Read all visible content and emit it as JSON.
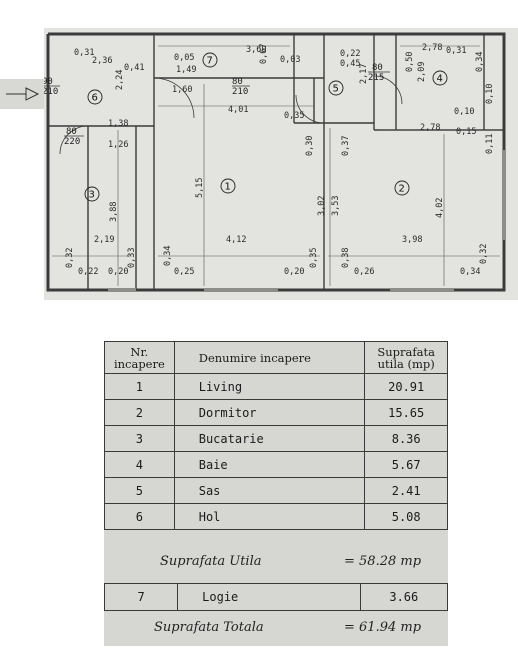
{
  "plan": {
    "rooms": [
      {
        "number": "1"
      },
      {
        "number": "2"
      },
      {
        "number": "3"
      },
      {
        "number": "4"
      },
      {
        "number": "5"
      },
      {
        "number": "6"
      },
      {
        "number": "7"
      }
    ],
    "doors": [
      {
        "width": "90",
        "height": "210"
      },
      {
        "width": "80",
        "height": "210"
      },
      {
        "width": "80",
        "height": "215"
      },
      {
        "width": "80",
        "height": "220"
      }
    ],
    "dims": {
      "d_0_31": "0,31",
      "d_2_36": "2,36",
      "d_0_41": "0,41",
      "d_2_24": "2,24",
      "d_0_05": "0,05",
      "d_1_49": "1,49",
      "d_3_60": "3,60",
      "d_0_67": "0,67",
      "d_0_03": "0,03",
      "d_0_22": "0,22",
      "d_0_45": "0,45",
      "d_2_17": "2,17",
      "d_2_78a": "2,78",
      "d_0_31b": "0,31",
      "d_0_50": "0,50",
      "d_2_09": "2,09",
      "d_0_34a": "0,34",
      "d_1_60": "1,60",
      "d_4_01": "4,01",
      "d_0_35a": "0,35",
      "d_0_10a": "0,10",
      "d_0_10b": "0,10",
      "d_2_78b": "2,78",
      "d_0_15": "0,15",
      "d_0_11": "0,11",
      "d_1_38": "1,38",
      "d_1_26": "1,26",
      "d_0_30": "0,30",
      "d_0_37": "0,37",
      "d_5_15": "5,15",
      "d_3_88": "3,88",
      "d_3_02": "3,02",
      "d_3_53": "3,53",
      "d_4_02": "4,02",
      "d_2_19": "2,19",
      "d_4_12": "4,12",
      "d_3_98": "3,98",
      "d_0_32a": "0,32",
      "d_0_33": "0,33",
      "d_0_34b": "0,34",
      "d_0_35b": "0,35",
      "d_0_38": "0,38",
      "d_0_32b": "0,32",
      "d_0_22b": "0,22",
      "d_0_20a": "0,20",
      "d_0_25": "0,25",
      "d_0_20b": "0,20",
      "d_0_26": "0,26",
      "d_0_34c": "0,34"
    }
  },
  "table": {
    "headers": {
      "nr_line1": "Nr.",
      "nr_line2": "incapere",
      "name": "Denumire incapere",
      "area_line1": "Suprafata",
      "area_line2": "utila (mp)"
    },
    "rows": [
      {
        "nr": "1",
        "name": "Living",
        "area": "20.91"
      },
      {
        "nr": "2",
        "name": "Dormitor",
        "area": "15.65"
      },
      {
        "nr": "3",
        "name": "Bucatarie",
        "area": "8.36"
      },
      {
        "nr": "4",
        "name": "Baie",
        "area": "5.67"
      },
      {
        "nr": "5",
        "name": "Sas",
        "area": "2.41"
      },
      {
        "nr": "6",
        "name": "Hol",
        "area": "5.08"
      }
    ],
    "useful": {
      "label": "Suprafata Utila",
      "value": "= 58.28 mp"
    },
    "logia": {
      "nr": "7",
      "name": "Logie",
      "area": "3.66"
    },
    "total": {
      "label": "Suprafata Totala",
      "value": "= 61.94 mp"
    }
  },
  "colors": {
    "wall": "#3b3b3b",
    "paper": "#e3e3e0",
    "table_bg": "#d6d6d3"
  }
}
